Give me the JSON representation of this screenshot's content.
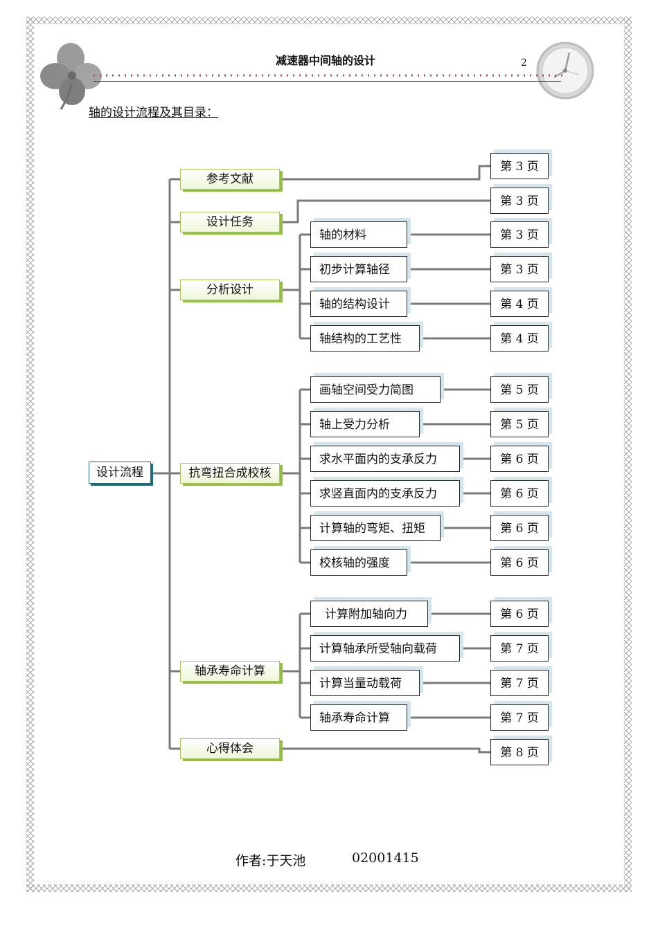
{
  "header": {
    "title": "减速器中间轴的设计",
    "page_number": "2"
  },
  "intro": "轴的设计流程及其目录：",
  "root": "设计流程",
  "categories": [
    {
      "label": "参考文献"
    },
    {
      "label": "设计任务"
    },
    {
      "label": "分析设计",
      "children": [
        "轴的材料",
        "初步计算轴径",
        "轴的结构设计",
        "轴结构的工艺性"
      ]
    },
    {
      "label": "抗弯扭合成校核",
      "children": [
        "画轴空间受力简图",
        "轴上受力分析",
        "求水平面内的支承反力",
        "求竖直面内的支承反力",
        "计算轴的弯矩、扭矩",
        "校核轴的强度"
      ]
    },
    {
      "label": "轴承寿命计算",
      "children": [
        "计算附加轴向力",
        "计算轴承所受轴向载荷",
        "计算当量动载荷",
        "轴承寿命计算"
      ]
    },
    {
      "label": "心得体会"
    }
  ],
  "pages": [
    "第 3 页",
    "第 3 页",
    "第 3 页",
    "第 3 页",
    "第 4 页",
    "第 4 页",
    "第 5 页",
    "第 5 页",
    "第 6 页",
    "第 6 页",
    "第 6 页",
    "第 6 页",
    "第 6 页",
    "第 7 页",
    "第 7 页",
    "第 7 页",
    "第 8 页"
  ],
  "author": {
    "label": "作者:于天池",
    "id": "02001415"
  }
}
